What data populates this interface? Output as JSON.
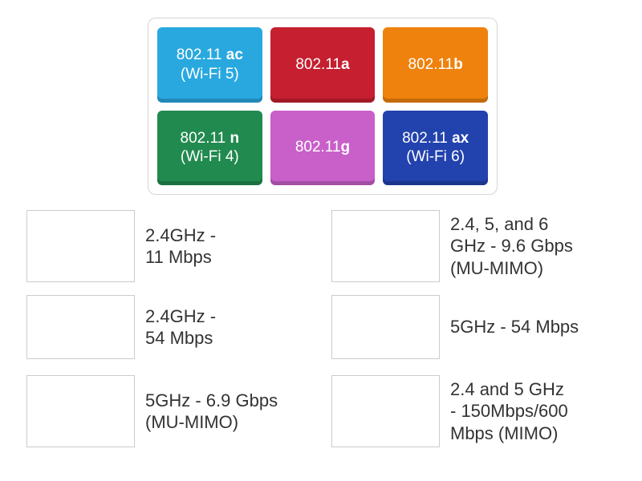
{
  "palette": {
    "tiles": [
      {
        "prefix": "802.11 ",
        "suffix": "ac",
        "line2": "(Wi-Fi 5)",
        "color": "#29a8e0"
      },
      {
        "prefix": "802.11",
        "suffix": "a",
        "line2": "",
        "color": "#c51f30"
      },
      {
        "prefix": "802.11",
        "suffix": "b",
        "line2": "",
        "color": "#ef820d"
      },
      {
        "prefix": "802.11 ",
        "suffix": "n",
        "line2": "(Wi-Fi 4)",
        "color": "#218a4f"
      },
      {
        "prefix": "802.11",
        "suffix": "g",
        "line2": "",
        "color": "#c95fc9"
      },
      {
        "prefix": "802.11 ",
        "suffix": "ax",
        "line2": "(Wi-Fi 6)",
        "color": "#2242ae"
      }
    ]
  },
  "pairs": {
    "left": [
      {
        "description": "2.4GHz -\n11 Mbps"
      },
      {
        "description": "2.4GHz -\n54 Mbps"
      },
      {
        "description": "5GHz - 6.9 Gbps\n(MU-MIMO)"
      }
    ],
    "right": [
      {
        "description": "2.4, 5, and 6\nGHz - 9.6 Gbps\n(MU-MIMO)"
      },
      {
        "description": "5GHz - 54 Mbps"
      },
      {
        "description": "2.4 and 5 GHz\n- 150Mbps/600\nMbps (MIMO)"
      }
    ]
  }
}
